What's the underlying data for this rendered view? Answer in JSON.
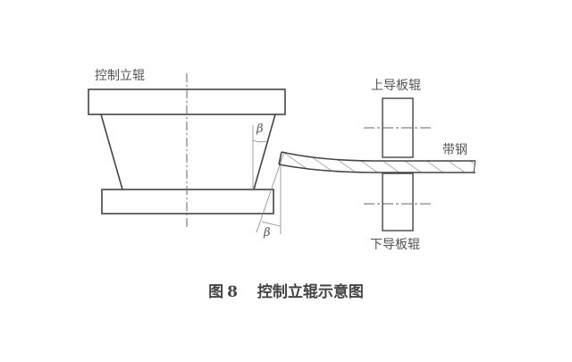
{
  "figure": {
    "caption_prefix": "图",
    "caption_number": "8",
    "caption_title": "控制立辊示意图",
    "labels": {
      "control_vertical_roll": "控制立辊",
      "upper_guide_roll": "上导板辊",
      "lower_guide_roll": "下导板辊",
      "strip_steel": "带钢",
      "angle_upper": "β",
      "angle_lower": "β"
    },
    "colors": {
      "background": "#ffffff",
      "line": "#444444",
      "thin_line": "#777777",
      "text": "#555555"
    }
  }
}
